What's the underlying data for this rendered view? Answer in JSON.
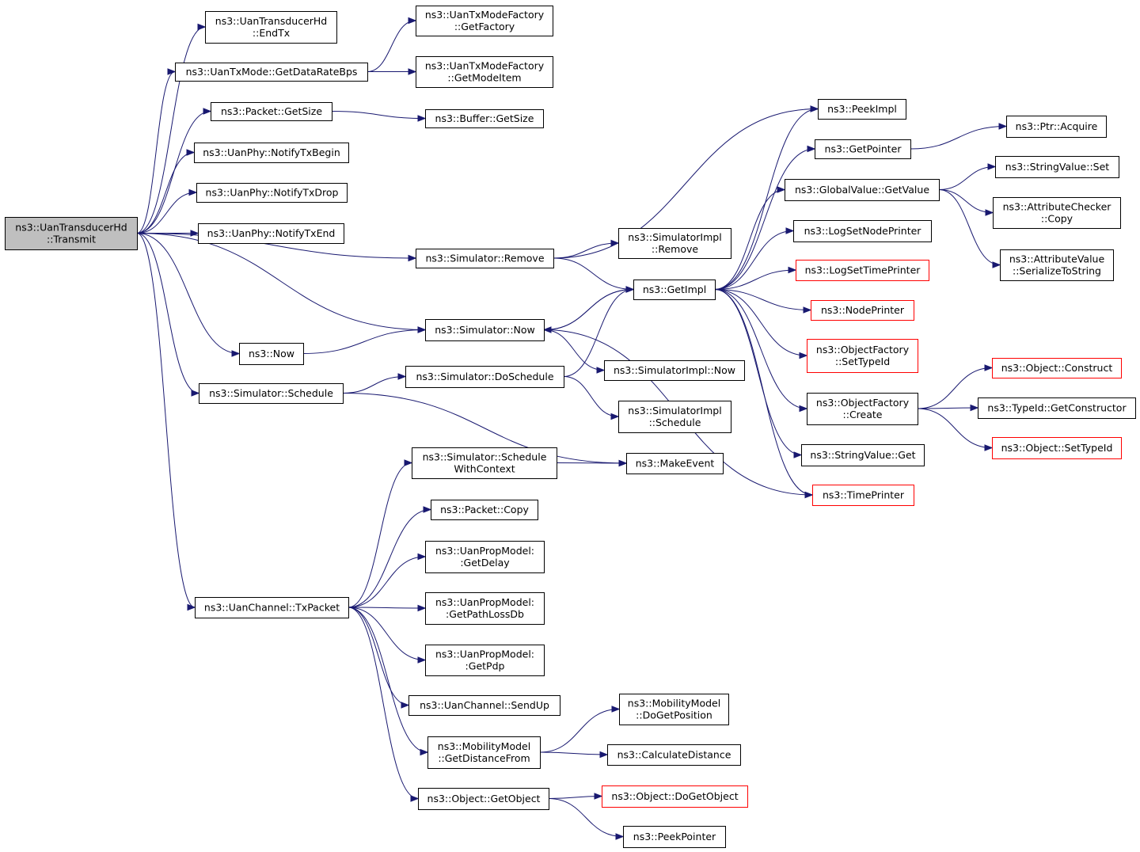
{
  "colors": {
    "edge": "#191970",
    "box_border": "#000000",
    "box_border_truncated": "#ff0000",
    "root_fill": "#bfbfbf",
    "box_fill": "#ffffff"
  },
  "nodes": [
    {
      "id": "transmit",
      "lines": [
        "ns3::UanTransducerHd",
        "::Transmit"
      ],
      "style": "root"
    },
    {
      "id": "endtx",
      "lines": [
        "ns3::UanTransducerHd",
        "::EndTx"
      ]
    },
    {
      "id": "getdatarate",
      "lines": [
        "ns3::UanTxMode::GetDataRateBps"
      ]
    },
    {
      "id": "getfactory",
      "lines": [
        "ns3::UanTxModeFactory",
        "::GetFactory"
      ]
    },
    {
      "id": "getmodeitem",
      "lines": [
        "ns3::UanTxModeFactory",
        "::GetModeItem"
      ]
    },
    {
      "id": "packetgetsize",
      "lines": [
        "ns3::Packet::GetSize"
      ]
    },
    {
      "id": "buffergetsize",
      "lines": [
        "ns3::Buffer::GetSize"
      ]
    },
    {
      "id": "notifytxbegin",
      "lines": [
        "ns3::UanPhy::NotifyTxBegin"
      ]
    },
    {
      "id": "notifytxdrop",
      "lines": [
        "ns3::UanPhy::NotifyTxDrop"
      ]
    },
    {
      "id": "notifytxend",
      "lines": [
        "ns3::UanPhy::NotifyTxEnd"
      ]
    },
    {
      "id": "simremove",
      "lines": [
        "ns3::Simulator::Remove"
      ]
    },
    {
      "id": "simimplremove",
      "lines": [
        "ns3::SimulatorImpl",
        "::Remove"
      ]
    },
    {
      "id": "getimpl",
      "lines": [
        "ns3::GetImpl"
      ]
    },
    {
      "id": "peekimpl",
      "lines": [
        "ns3::PeekImpl"
      ]
    },
    {
      "id": "getpointer",
      "lines": [
        "ns3::GetPointer"
      ]
    },
    {
      "id": "ptracquire",
      "lines": [
        "ns3::Ptr::Acquire"
      ]
    },
    {
      "id": "gvgetvalue",
      "lines": [
        "ns3::GlobalValue::GetValue"
      ]
    },
    {
      "id": "stringvalueset",
      "lines": [
        "ns3::StringValue::Set"
      ]
    },
    {
      "id": "attrchecker",
      "lines": [
        "ns3::AttributeChecker",
        "::Copy"
      ]
    },
    {
      "id": "attrvalue",
      "lines": [
        "ns3::AttributeValue",
        "::SerializeToString"
      ]
    },
    {
      "id": "lognodeprinter",
      "lines": [
        "ns3::LogSetNodePrinter"
      ]
    },
    {
      "id": "logtimeprinter",
      "lines": [
        "ns3::LogSetTimePrinter"
      ],
      "style": "red"
    },
    {
      "id": "nodeprinter",
      "lines": [
        "ns3::NodePrinter"
      ],
      "style": "red"
    },
    {
      "id": "ofsettypeid",
      "lines": [
        "ns3::ObjectFactory",
        "::SetTypeId"
      ],
      "style": "red"
    },
    {
      "id": "simnow",
      "lines": [
        "ns3::Simulator::Now"
      ]
    },
    {
      "id": "now",
      "lines": [
        "ns3::Now"
      ]
    },
    {
      "id": "simimplnow",
      "lines": [
        "ns3::SimulatorImpl::Now"
      ]
    },
    {
      "id": "simschedule",
      "lines": [
        "ns3::Simulator::Schedule"
      ]
    },
    {
      "id": "simdoschedule",
      "lines": [
        "ns3::Simulator::DoSchedule"
      ]
    },
    {
      "id": "simimplschedule",
      "lines": [
        "ns3::SimulatorImpl",
        "::Schedule"
      ]
    },
    {
      "id": "ofcreate",
      "lines": [
        "ns3::ObjectFactory",
        "::Create"
      ]
    },
    {
      "id": "objconstruct",
      "lines": [
        "ns3::Object::Construct"
      ],
      "style": "red"
    },
    {
      "id": "typeidgetctor",
      "lines": [
        "ns3::TypeId::GetConstructor"
      ]
    },
    {
      "id": "objsettypeid",
      "lines": [
        "ns3::Object::SetTypeId"
      ],
      "style": "red"
    },
    {
      "id": "stringvalueget",
      "lines": [
        "ns3::StringValue::Get"
      ]
    },
    {
      "id": "timeprinter",
      "lines": [
        "ns3::TimePrinter"
      ],
      "style": "red"
    },
    {
      "id": "schedwithctx",
      "lines": [
        "ns3::Simulator::Schedule",
        "WithContext"
      ]
    },
    {
      "id": "makeevent",
      "lines": [
        "ns3::MakeEvent"
      ]
    },
    {
      "id": "packetcopy",
      "lines": [
        "ns3::Packet::Copy"
      ]
    },
    {
      "id": "getdelay",
      "lines": [
        "ns3::UanPropModel:",
        ":GetDelay"
      ]
    },
    {
      "id": "getpathloss",
      "lines": [
        "ns3::UanPropModel:",
        ":GetPathLossDb"
      ]
    },
    {
      "id": "getpdp",
      "lines": [
        "ns3::UanPropModel:",
        ":GetPdp"
      ]
    },
    {
      "id": "txpacket",
      "lines": [
        "ns3::UanChannel::TxPacket"
      ]
    },
    {
      "id": "sendup",
      "lines": [
        "ns3::UanChannel::SendUp"
      ]
    },
    {
      "id": "mmdogetpos",
      "lines": [
        "ns3::MobilityModel",
        "::DoGetPosition"
      ]
    },
    {
      "id": "mmgetdist",
      "lines": [
        "ns3::MobilityModel",
        "::GetDistanceFrom"
      ]
    },
    {
      "id": "calcdist",
      "lines": [
        "ns3::CalculateDistance"
      ]
    },
    {
      "id": "objgetobject",
      "lines": [
        "ns3::Object::GetObject"
      ]
    },
    {
      "id": "objdogetobject",
      "lines": [
        "ns3::Object::DoGetObject"
      ],
      "style": "red"
    },
    {
      "id": "peekpointer",
      "lines": [
        "ns3::PeekPointer"
      ]
    }
  ],
  "edges": [
    [
      "transmit",
      "endtx"
    ],
    [
      "transmit",
      "getdatarate"
    ],
    [
      "transmit",
      "packetgetsize"
    ],
    [
      "transmit",
      "notifytxbegin"
    ],
    [
      "transmit",
      "notifytxdrop"
    ],
    [
      "transmit",
      "notifytxend"
    ],
    [
      "transmit",
      "simremove"
    ],
    [
      "transmit",
      "simnow"
    ],
    [
      "transmit",
      "now"
    ],
    [
      "transmit",
      "simschedule"
    ],
    [
      "transmit",
      "txpacket"
    ],
    [
      "getdatarate",
      "getfactory"
    ],
    [
      "getdatarate",
      "getmodeitem"
    ],
    [
      "packetgetsize",
      "buffergetsize"
    ],
    [
      "simremove",
      "peekimpl"
    ],
    [
      "simremove",
      "simimplremove"
    ],
    [
      "simremove",
      "getimpl"
    ],
    [
      "getimpl",
      "peekimpl"
    ],
    [
      "getimpl",
      "getpointer"
    ],
    [
      "getimpl",
      "gvgetvalue"
    ],
    [
      "getimpl",
      "lognodeprinter"
    ],
    [
      "getimpl",
      "logtimeprinter"
    ],
    [
      "getimpl",
      "nodeprinter"
    ],
    [
      "getimpl",
      "ofsettypeid"
    ],
    [
      "getimpl",
      "ofcreate"
    ],
    [
      "getimpl",
      "stringvalueget"
    ],
    [
      "getimpl",
      "timeprinter"
    ],
    [
      "getimpl",
      "simnow"
    ],
    [
      "getpointer",
      "ptracquire"
    ],
    [
      "gvgetvalue",
      "stringvalueset"
    ],
    [
      "gvgetvalue",
      "attrchecker"
    ],
    [
      "gvgetvalue",
      "attrvalue"
    ],
    [
      "simnow",
      "getimpl"
    ],
    [
      "simnow",
      "simimplnow"
    ],
    [
      "simnow",
      "timeprinter"
    ],
    [
      "now",
      "simnow"
    ],
    [
      "simschedule",
      "simdoschedule"
    ],
    [
      "simschedule",
      "makeevent"
    ],
    [
      "simdoschedule",
      "getimpl"
    ],
    [
      "simdoschedule",
      "simimplschedule"
    ],
    [
      "ofcreate",
      "objconstruct"
    ],
    [
      "ofcreate",
      "typeidgetctor"
    ],
    [
      "ofcreate",
      "objsettypeid"
    ],
    [
      "schedwithctx",
      "makeevent"
    ],
    [
      "txpacket",
      "schedwithctx"
    ],
    [
      "txpacket",
      "packetcopy"
    ],
    [
      "txpacket",
      "getdelay"
    ],
    [
      "txpacket",
      "getpathloss"
    ],
    [
      "txpacket",
      "getpdp"
    ],
    [
      "txpacket",
      "sendup"
    ],
    [
      "txpacket",
      "mmgetdist"
    ],
    [
      "txpacket",
      "objgetobject"
    ],
    [
      "mmgetdist",
      "mmdogetpos"
    ],
    [
      "mmgetdist",
      "calcdist"
    ],
    [
      "objgetobject",
      "objdogetobject"
    ],
    [
      "objgetobject",
      "peekpointer"
    ]
  ]
}
